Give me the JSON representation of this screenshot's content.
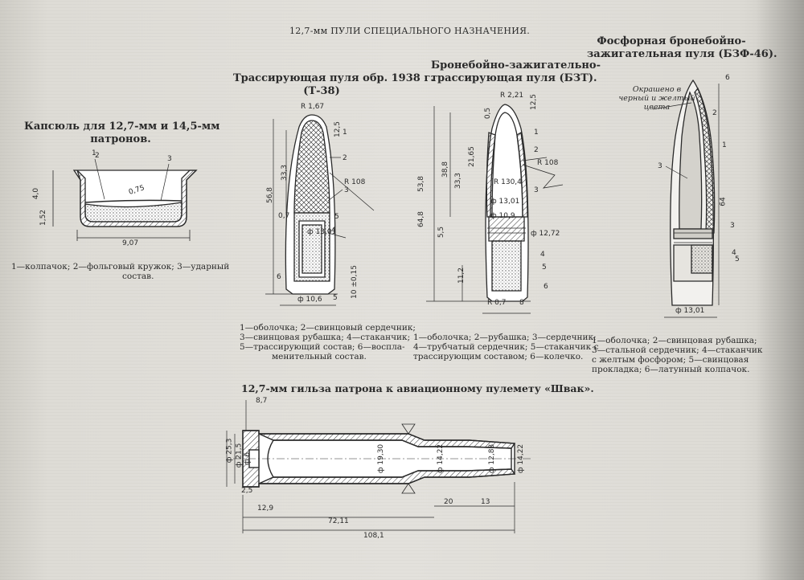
{
  "page_title": "12,7-мм ПУЛИ СПЕЦИАЛЬНОГО НАЗНАЧЕНИЯ.",
  "primer": {
    "title_line1": "Капсюль для 12,7-мм и 14,5-мм",
    "title_line2": "патронов.",
    "caption_line1": "1—колпачок; 2—фольговый кружок; 3—ударный",
    "caption_line2": "состав.",
    "callouts": [
      "1",
      "2",
      "3"
    ],
    "dims": [
      "9,07",
      "4,0",
      "1,52",
      "0,75"
    ]
  },
  "t38": {
    "title_line1": "Трассирующая пуля обр. 1938 г.",
    "title_line2": "(Т-38)",
    "caption_line1": "1—оболочка; 2—свинцовый сердечник;",
    "caption_line2": "3—свинцовая рубашка; 4—стаканчик;",
    "caption_line3": "5—трассирующий состав; 6—воспла-",
    "caption_line4": "менительный состав.",
    "callouts": [
      "1",
      "2",
      "3",
      "4",
      "5",
      "6"
    ],
    "dims": [
      "R 1,67",
      "R 108",
      "33,3",
      "56,8",
      "12,5",
      "ф 13,01",
      "ф 10,6",
      "10 ±0,15",
      "0,7",
      "5"
    ]
  },
  "bzt": {
    "title_line1": "Бронебойно-зажигательно-",
    "title_line2": "трассирующая пуля (БЗТ).",
    "caption_line1": "1—оболочка; 2—рубашка; 3—сердечник;",
    "caption_line2": "4—трубчатый сердечник; 5—стаканчик с",
    "caption_line3": "трассирующим составом; 6—колечко.",
    "callouts": [
      "1",
      "2",
      "3",
      "4",
      "5",
      "6"
    ],
    "dims": [
      "R 2,21",
      "R 108",
      "R 130,4",
      "38,8",
      "33,3",
      "21,65",
      "64,8",
      "53,8",
      "5,5",
      "11,2",
      "ф 13,01",
      "ф 10,9",
      "ф 12,72",
      "R 0,7",
      "8",
      "12,5",
      "0,5"
    ]
  },
  "bzf": {
    "title_line1": "Фосфорная бронебойно-",
    "title_line2": "зажигательная пуля (БЗФ-46).",
    "note_line1": "Окрашено в",
    "note_line2": "черный и желтый",
    "note_line3": "цвета",
    "caption_line1": "1—оболочка; 2—свинцовая рубашка;",
    "caption_line2": "3—стальной сердечник; 4—стаканчик",
    "caption_line3": "с желтым фосфором; 5—свинцовая",
    "caption_line4": "прокладка; 6—латунный колпачок.",
    "callouts": [
      "6",
      "2",
      "1",
      "3",
      "3",
      "4",
      "5"
    ],
    "dims": [
      "64",
      "ф 13,01"
    ]
  },
  "casing": {
    "title": "12,7-мм гильза патрона к авиационному пулемету «Швак».",
    "dims": [
      "ф 25,3",
      "ф 21,5",
      "ф 6",
      "ф 19,30",
      "ф 14,22",
      "ф 12,88",
      "ф 14,22",
      "12,9",
      "20",
      "13",
      "72,11",
      "108,1",
      "8,7",
      "2,5"
    ]
  },
  "colors": {
    "paper": "#e1dfda",
    "ink": "#2a2a2a"
  }
}
